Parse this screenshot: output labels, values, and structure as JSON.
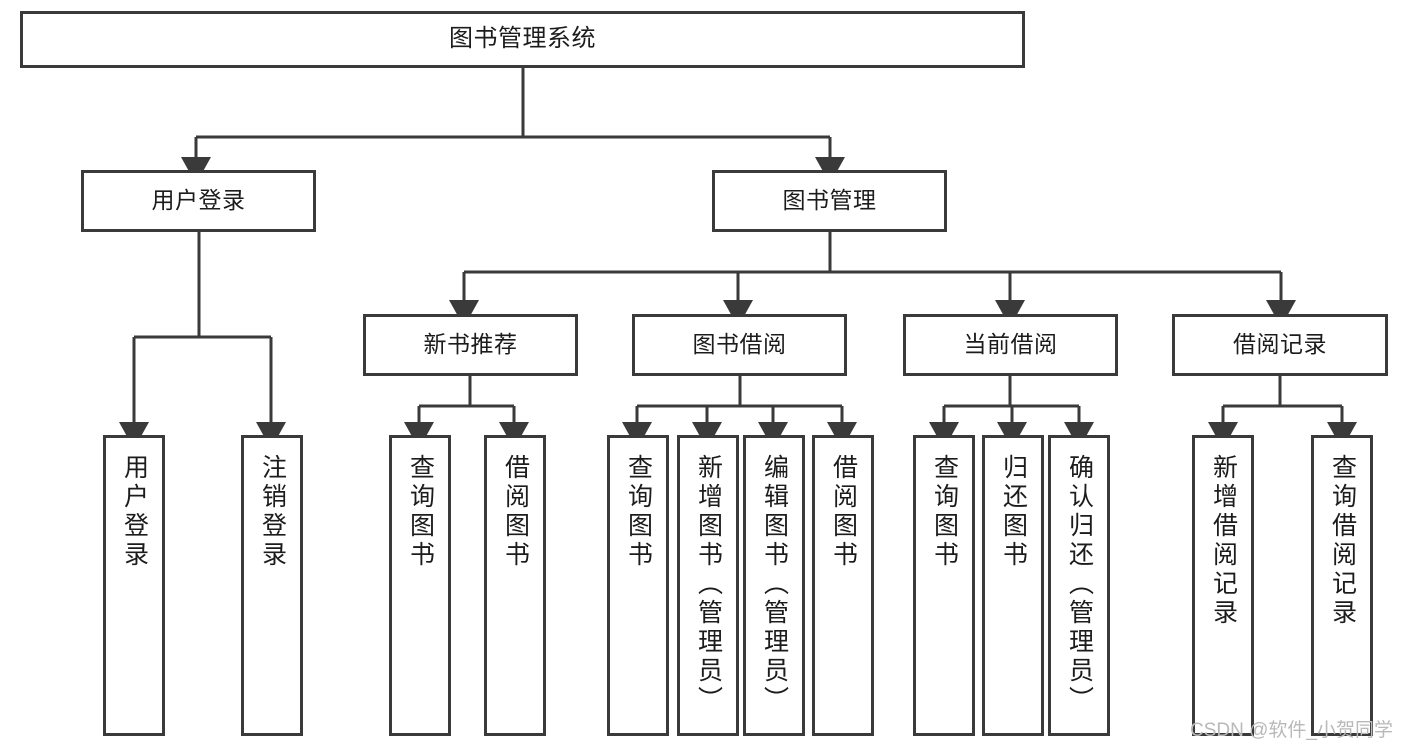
{
  "diagram": {
    "title": "图书管理系统",
    "type": "tree-hierarchy-diagram",
    "root": {
      "label": "图书管理系统"
    },
    "level2": [
      {
        "label": "用户登录"
      },
      {
        "label": "图书管理"
      }
    ],
    "level3": [
      {
        "label": "新书推荐"
      },
      {
        "label": "图书借阅"
      },
      {
        "label": "当前借阅"
      },
      {
        "label": "借阅记录"
      }
    ],
    "leaves": {
      "user_login": [
        {
          "label": "用户登录"
        },
        {
          "label": "注销登录"
        }
      ],
      "new_book_recommend": [
        {
          "label": "查询图书"
        },
        {
          "label": "借阅图书"
        }
      ],
      "book_borrow": [
        {
          "label": "查询图书"
        },
        {
          "label": "新增图书（管理员）"
        },
        {
          "label": "编辑图书（管理员）"
        },
        {
          "label": "借阅图书"
        }
      ],
      "current_borrow": [
        {
          "label": "查询图书"
        },
        {
          "label": "归还图书"
        },
        {
          "label": "确认归还（管理员）"
        }
      ],
      "borrow_record": [
        {
          "label": "新增借阅记录"
        },
        {
          "label": "查询借阅记录"
        }
      ]
    }
  },
  "watermark": {
    "text": "CSDN @软件_小贺同学"
  },
  "colors": {
    "border": "#3a3a3a",
    "background": "#ffffff",
    "text": "#1c1c1c",
    "watermark": "#b9b9b9"
  }
}
